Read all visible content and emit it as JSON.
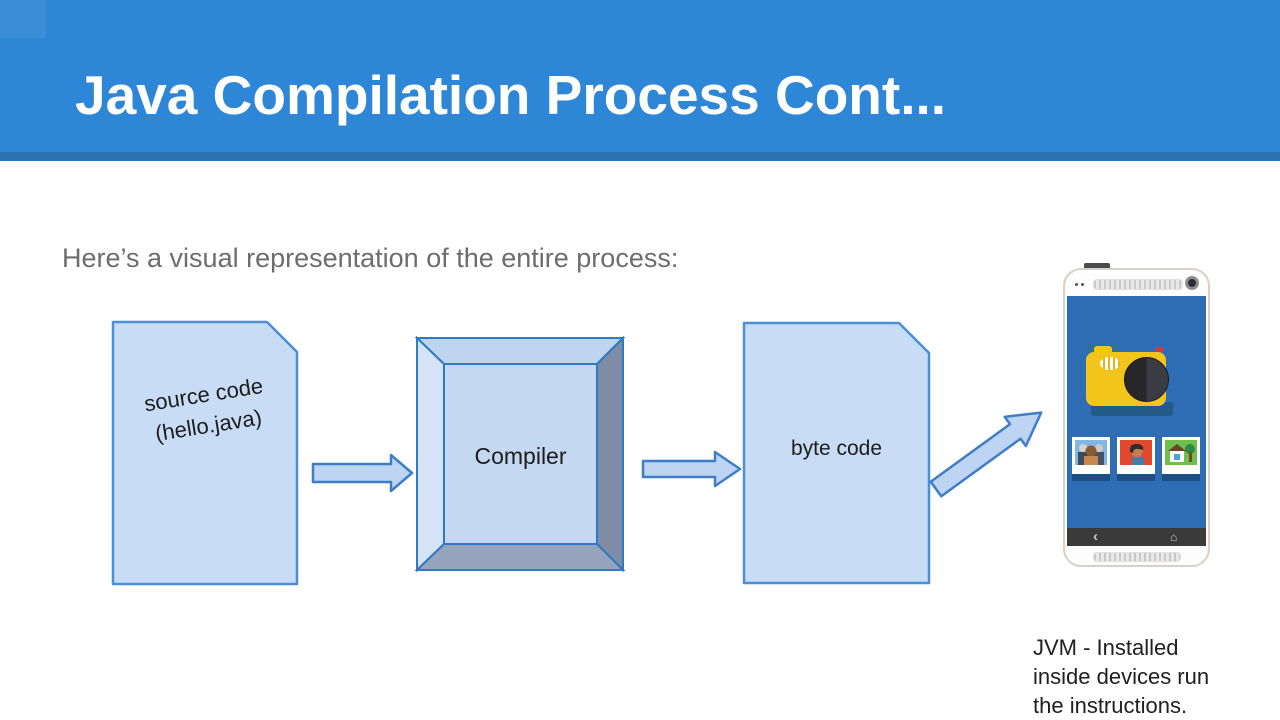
{
  "slide": {
    "title": "Java Compilation Process Cont...",
    "subtitle": "Here’s a visual representation of the entire process:",
    "caption": "JVM - Installed\ninside devices run\nthe instructions."
  },
  "diagram": {
    "source_doc_label": "source code\n(hello.java)",
    "compiler_label": "Compiler",
    "bytecode_label": "byte code"
  },
  "phone": {
    "back_icon": "‹",
    "home_icon": "⌂"
  },
  "colors": {
    "header_bg": "#2e87d6",
    "header_strip": "#2d72b2",
    "doc_fill": "#c8dcf5",
    "doc_stroke": "#4b8fd4",
    "arrow_fill": "#bdd4f2",
    "arrow_stroke": "#3e7ec6",
    "bevel_center": "#c4d8f2",
    "bevel_top": "#bed4ef",
    "bevel_left": "#d5e3f6",
    "bevel_right": "#7f8da6",
    "bevel_bottom": "#95a4bc",
    "bevel_stroke": "#2f7ac2",
    "screen_blue": "#2e6cb4",
    "camera_yellow": "#f2c51d",
    "subtitle_gray": "#6d6d6d",
    "text_dark": "#1d1d1d"
  }
}
